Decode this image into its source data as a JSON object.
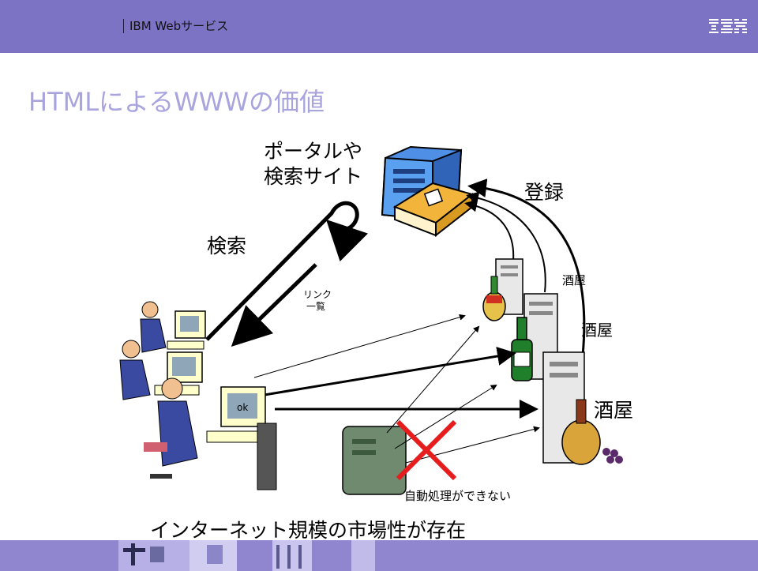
{
  "header": {
    "title": "IBM Webサービス",
    "logo_text": "IBM",
    "bar_color": "#7d73c4",
    "logo_icon": "ibm-logo-icon"
  },
  "slide": {
    "title": "HTMLによるWWWの価値",
    "title_color": "#a8a4de"
  },
  "diagram": {
    "portal_label_line1": "ポータルや",
    "portal_label_line2": "検索サイト",
    "search_label": "検索",
    "register_label": "登録",
    "link_list_line1": "リンク",
    "link_list_line2": "一覧",
    "liquor_store_small": "酒屋",
    "liquor_store_medium": "酒屋",
    "liquor_store_large": "酒屋",
    "no_auto_processing": "自動処理ができない",
    "conclusion": "インターネット規模の市場性が存在",
    "cross_color": "#e51d1d",
    "icons": [
      "server-icon",
      "book-icon",
      "user-at-computer-icon",
      "wine-bottle-icon",
      "cross-mark-icon"
    ]
  },
  "footer": {
    "band_color": "#8f86cf"
  }
}
